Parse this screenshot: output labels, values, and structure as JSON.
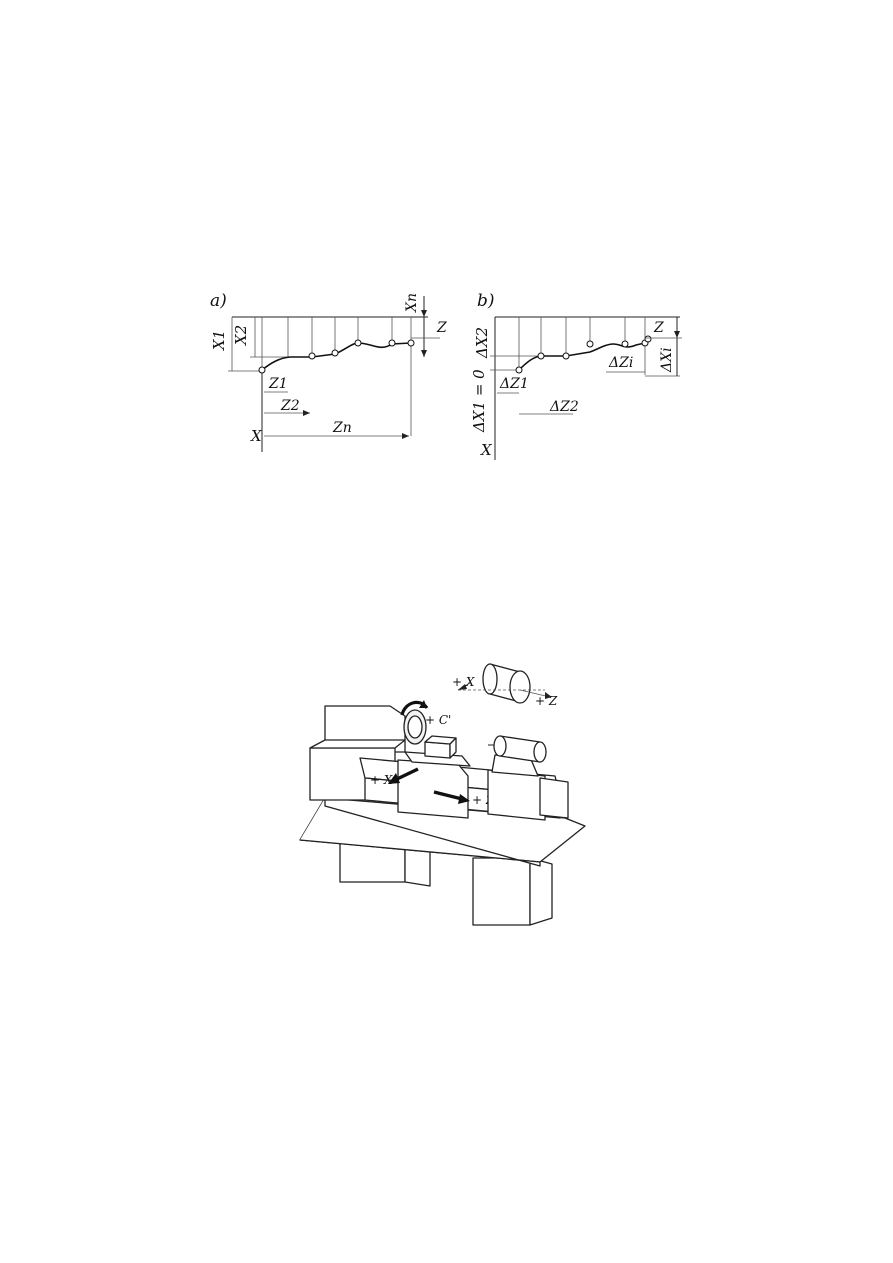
{
  "figure_a": {
    "panel_label": "a)",
    "labels": {
      "x1": "X1",
      "x2": "X2",
      "xn": "Xn",
      "z": "Z",
      "x": "X",
      "z1": "Z1",
      "z2": "Z2",
      "zn": "Zn"
    }
  },
  "figure_b": {
    "panel_label": "b)",
    "labels": {
      "dx2": "ΔX2",
      "dx1": "ΔX1 = 0",
      "x": "X",
      "dz1": "ΔZ1",
      "dz2": "ΔZ2",
      "z": "Z",
      "dzi": "ΔZi",
      "dxi": "ΔXi"
    }
  },
  "lathe": {
    "axis_labels": {
      "plus_c": "+ C'",
      "plus_x": "+ X",
      "plus_z": "+ Z",
      "inset_plus_x": "+ X",
      "inset_plus_z": "+ Z"
    }
  }
}
